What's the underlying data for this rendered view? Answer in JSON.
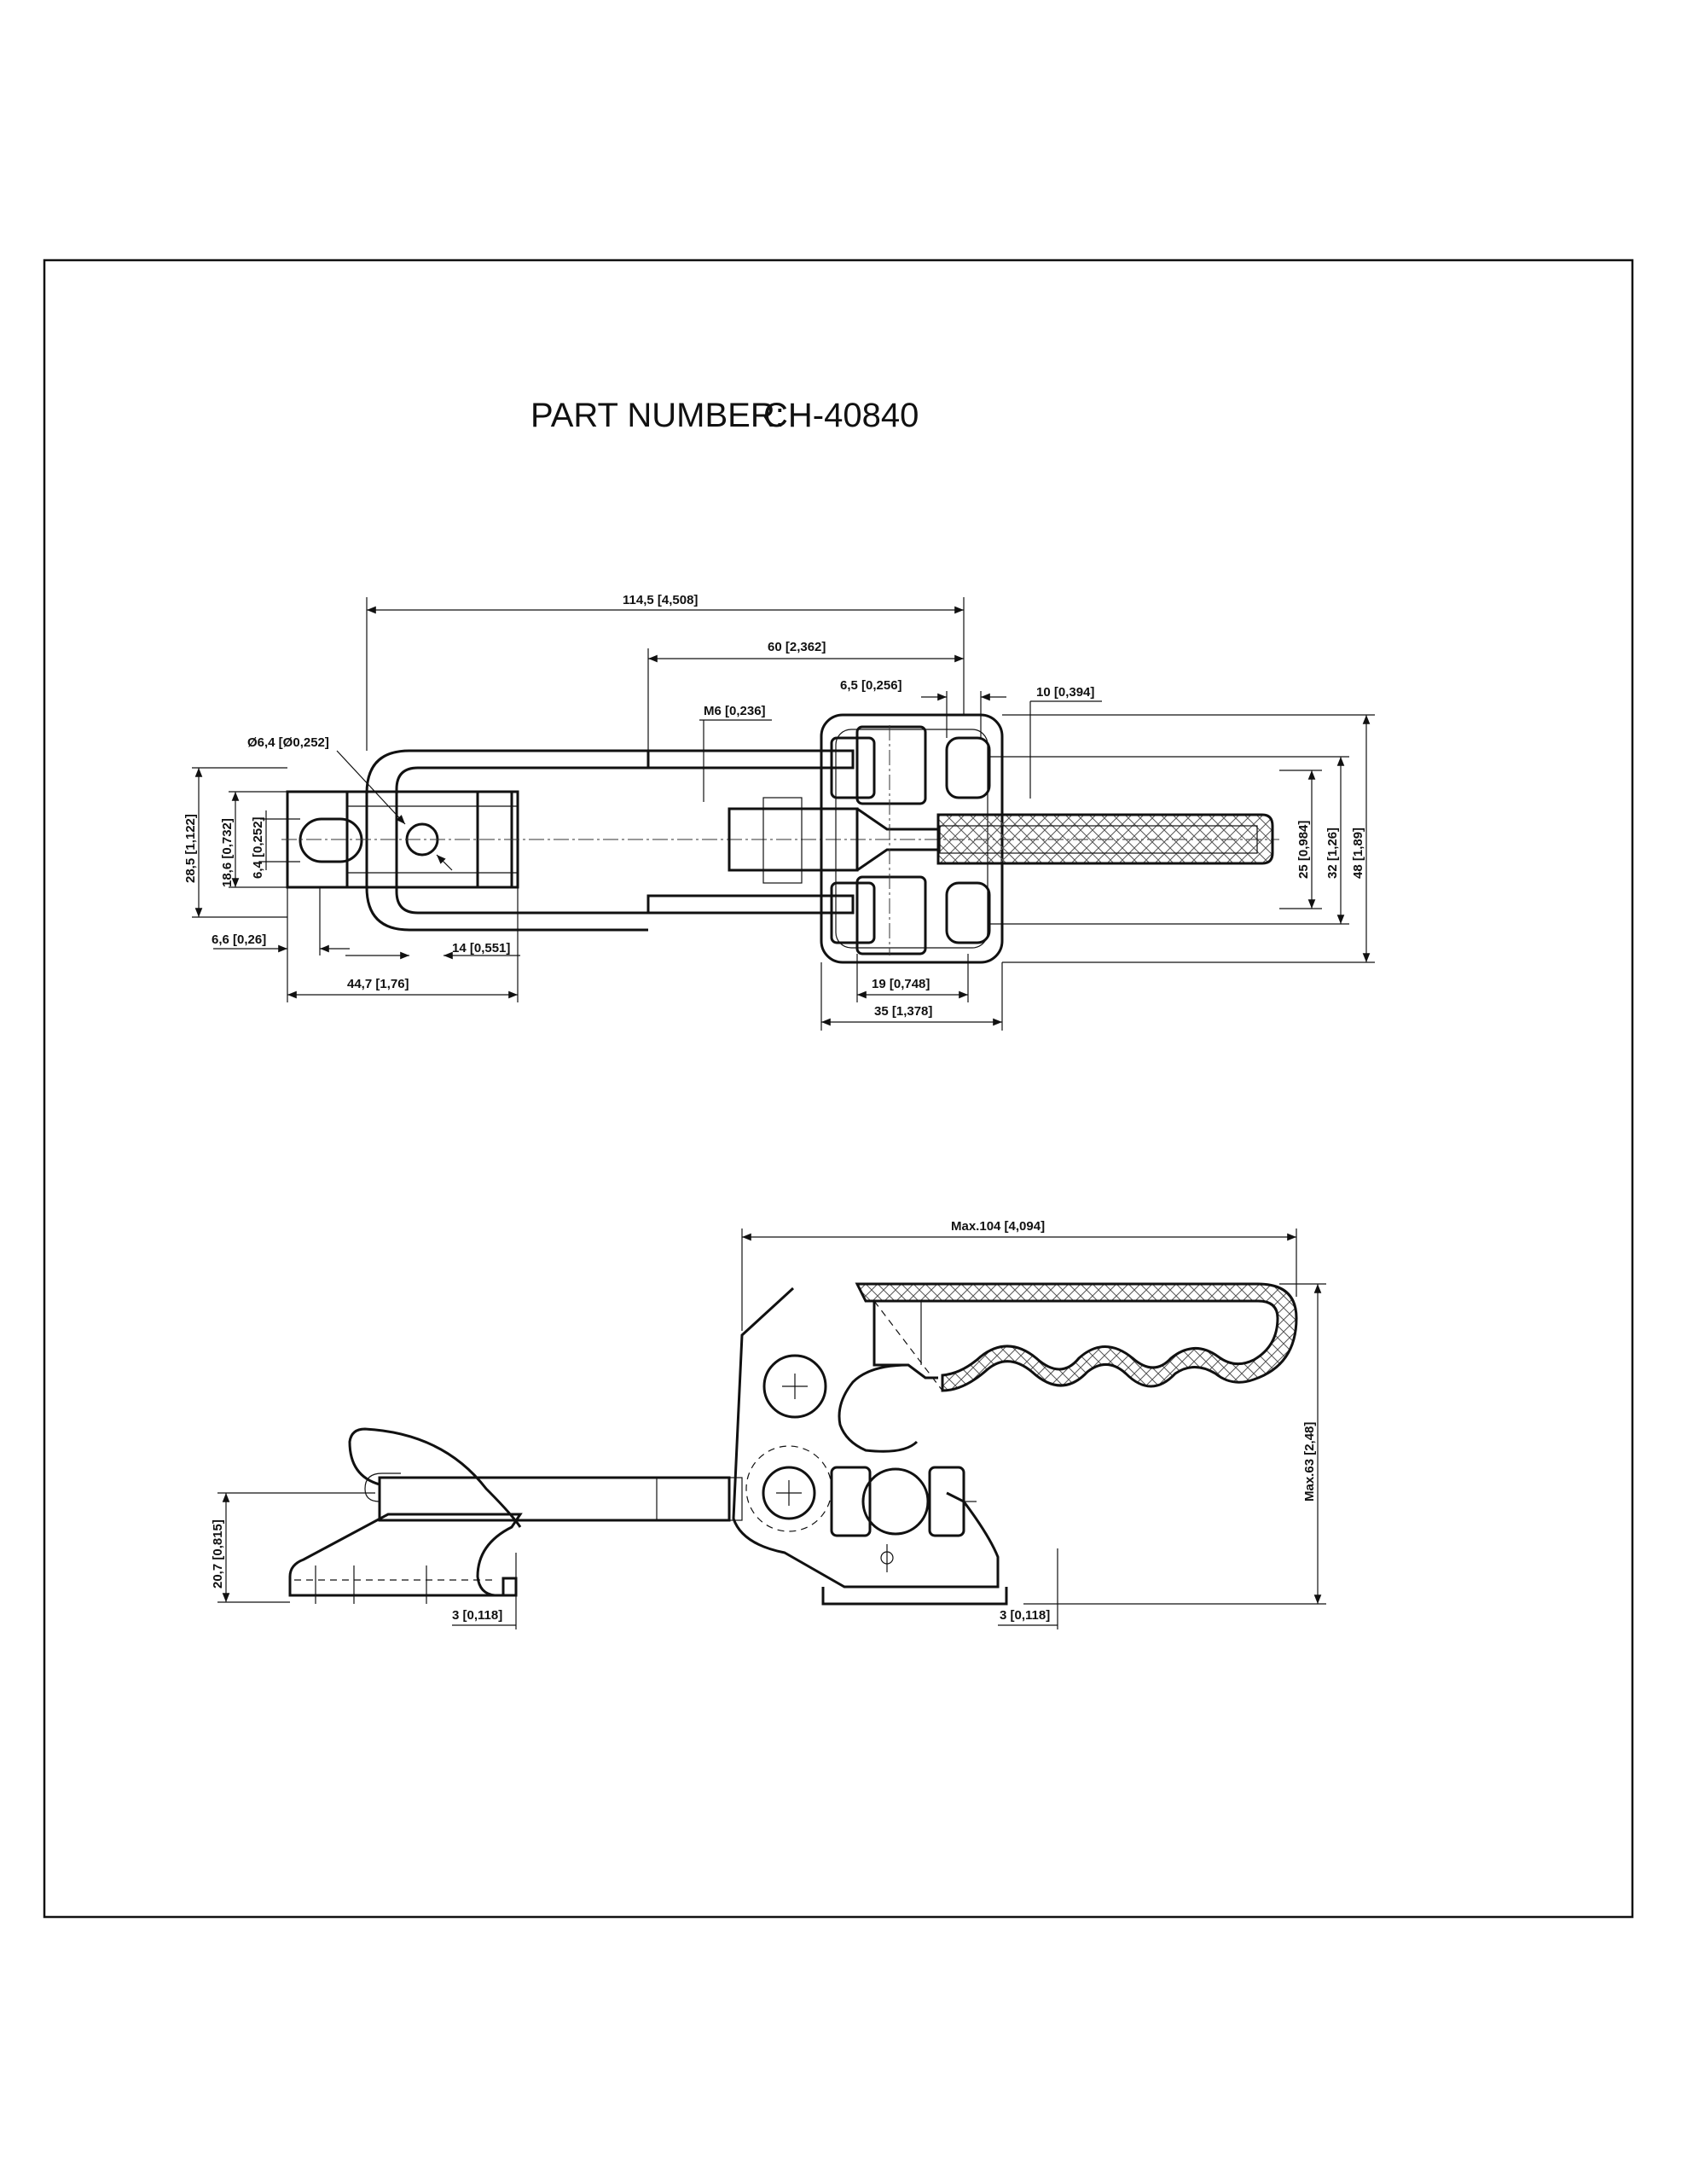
{
  "title": {
    "label": "PART NUMBER:",
    "part_number": "CH-40840"
  },
  "top_view": {
    "dims": {
      "overall_length": "114,5 [4,508]",
      "length_60": "60 [2,362]",
      "width_6_5": "6,5 [0,256]",
      "width_10": "10 [0,394]",
      "thread": "M6 [0,236]",
      "hole_dia": "Ø6,4 [Ø0,252]",
      "height_28_5": "28,5 [1,122]",
      "height_18_6": "18,6 [0,732]",
      "height_6_4": "6,4 [0,252]",
      "offset_6_6": "6,6 [0,26]",
      "length_14": "14 [0,551]",
      "length_44_7": "44,7 [1,76]",
      "base_19": "19 [0,748]",
      "base_35": "35 [1,378]",
      "height_25": "25 [0,984]",
      "height_32": "32 [1,26]",
      "height_48": "48 [1,89]"
    }
  },
  "side_view": {
    "dims": {
      "max_length": "Max.104 [4,094]",
      "max_height": "Max.63 [2,48]",
      "catch_height": "20,7 [0,815]",
      "catch_thick": "3 [0,118]",
      "base_thick": "3 [0,118]"
    }
  }
}
